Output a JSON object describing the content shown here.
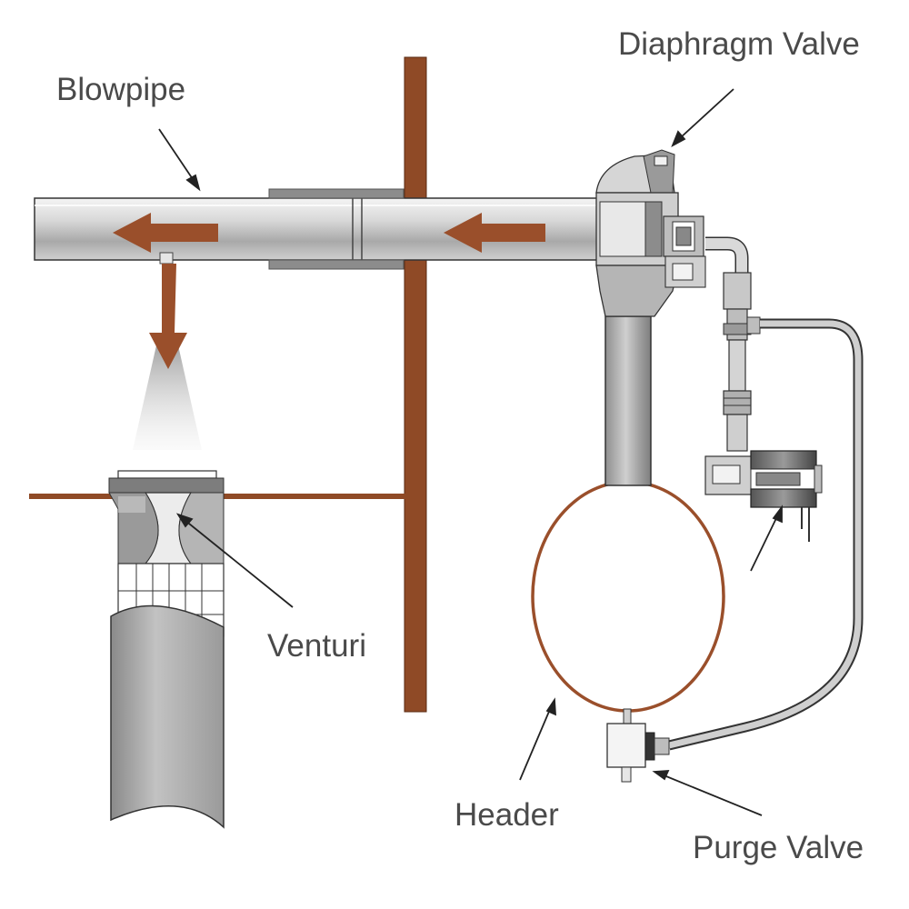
{
  "labels": {
    "blowpipe": "Blowpipe",
    "diaphragm_valve": "Diaphragm Valve",
    "venturi": "Venturi",
    "header": "Header",
    "purge_valve": "Purge Valve"
  },
  "colors": {
    "structure": "#8f4a26",
    "arrow": "#9a4f2b",
    "pipe_dark": "#8c8c8c",
    "pipe_mid": "#c6c6c6",
    "pipe_light": "#ececec",
    "outline": "#333333",
    "label_text": "#4a4a4a"
  },
  "icons": {
    "flow_arrow": "left-arrow",
    "pulse_arrow": "down-arrow"
  }
}
